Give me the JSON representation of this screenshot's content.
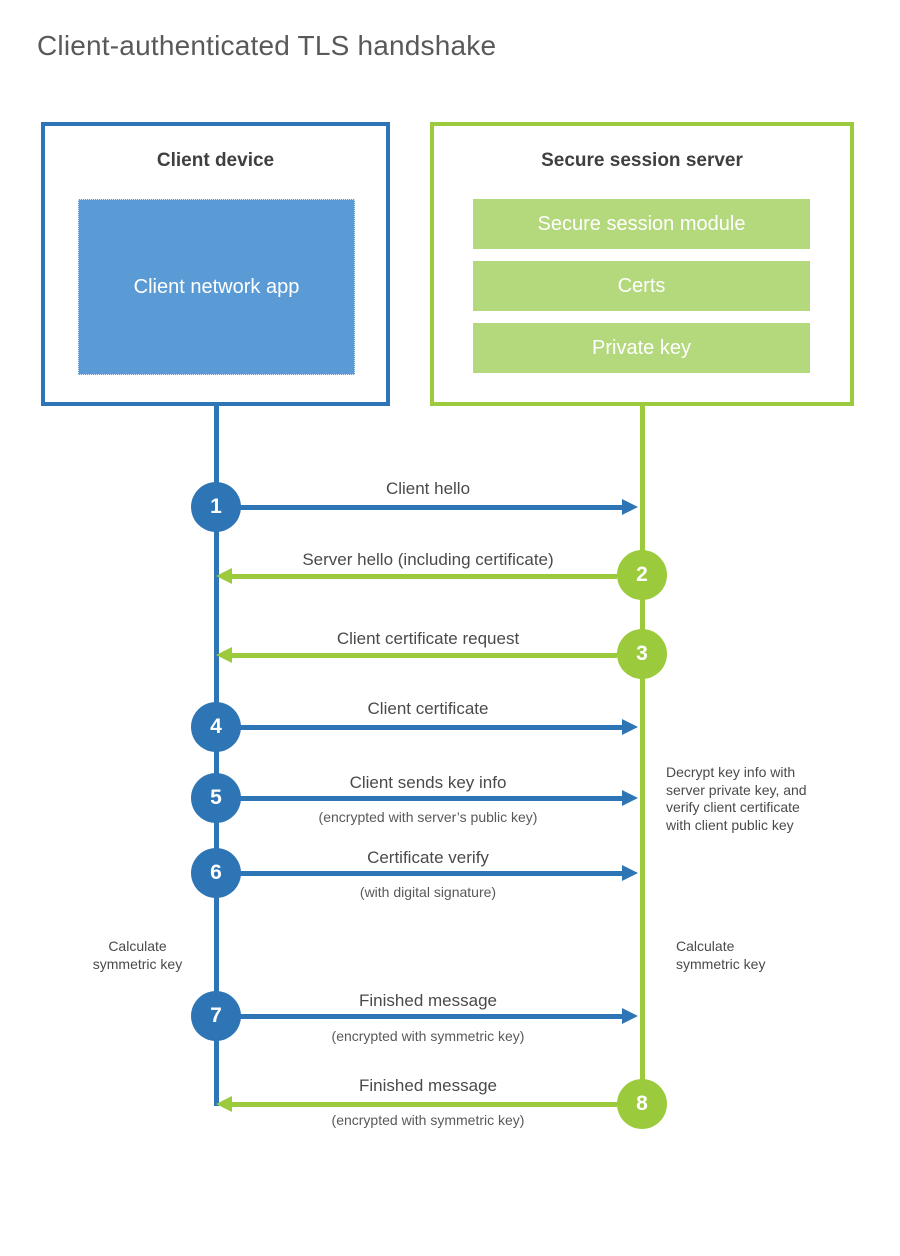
{
  "title": "Client-authenticated TLS handshake",
  "colors": {
    "blue": "#2e75b6",
    "blue_fill": "#5b9bd5",
    "green": "#9bca3c",
    "green_fill": "#b4d87c"
  },
  "client": {
    "title": "Client device",
    "app_label": "Client network app"
  },
  "server": {
    "title": "Secure session server",
    "modules": {
      "0": "Secure session module",
      "1": "Certs",
      "2": "Private key"
    }
  },
  "steps": {
    "0": {
      "num": "1",
      "label": "Client hello",
      "from": "client",
      "to": "server"
    },
    "1": {
      "num": "2",
      "label": "Server hello (including certificate)",
      "from": "server",
      "to": "client"
    },
    "2": {
      "num": "3",
      "label": "Client certificate request",
      "from": "server",
      "to": "client"
    },
    "3": {
      "num": "4",
      "label": "Client certificate",
      "from": "client",
      "to": "server"
    },
    "4": {
      "num": "5",
      "label": "Client sends key info",
      "sub": "(encrypted with server’s public key)",
      "from": "client",
      "to": "server"
    },
    "5": {
      "num": "6",
      "label": "Certificate verify",
      "sub": "(with digital signature)",
      "from": "client",
      "to": "server"
    },
    "6": {
      "num": "7",
      "label": "Finished message",
      "sub": "(encrypted with symmetric key)",
      "from": "client",
      "to": "server"
    },
    "7": {
      "num": "8",
      "label": "Finished message",
      "sub": "(encrypted with symmetric key)",
      "from": "server",
      "to": "client"
    }
  },
  "notes": {
    "decrypt": "Decrypt key info with server private key, and verify client certificate with client public key",
    "calc_left": "Calculate symmetric key",
    "calc_right": "Calculate symmetric key"
  }
}
